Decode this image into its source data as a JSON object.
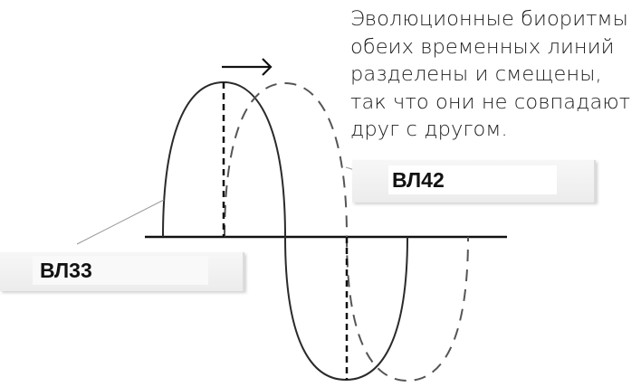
{
  "caption": {
    "lines": [
      "Эволюционные биоритмы",
      "обеих временных линий",
      "разделены и смещены,",
      "так что они не совпадают",
      "друг с другом."
    ]
  },
  "labels": {
    "solid_wave": "ВЛ33",
    "dashed_wave": "ВЛ42"
  },
  "diagram": {
    "axis_color": "#111111",
    "solid_wave_color": "#2a2a2a",
    "dashed_wave_color": "#555555",
    "leader_line_color": "#9a9a9a",
    "direction_arrow": "right-arrow",
    "description": "Two sine-like waves (solid and dashed) crossing a horizontal axis; the dashed wave is phase-shifted to the right, indicated by an arrow above the solid wave's peak."
  }
}
